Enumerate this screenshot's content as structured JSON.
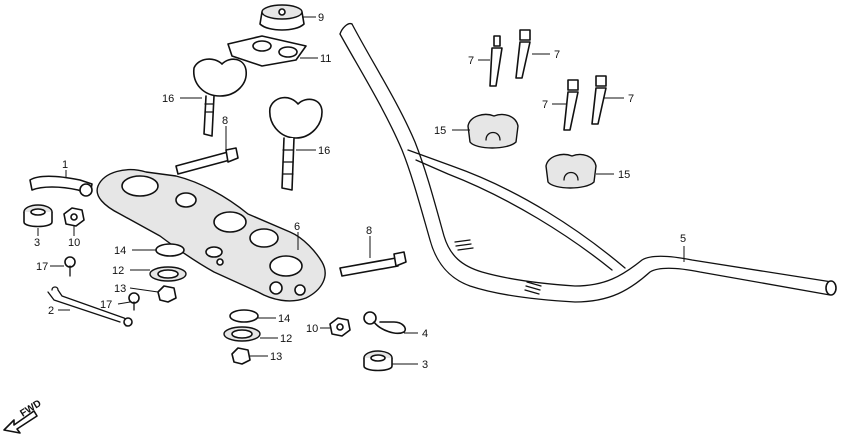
{
  "diagram": {
    "callouts": {
      "c9": "9",
      "c11": "11",
      "c16a": "16",
      "c16b": "16",
      "c8a": "8",
      "c8b": "8",
      "c1": "1",
      "c3a": "3",
      "c10a": "10",
      "c6": "6",
      "c14a": "14",
      "c12a": "12",
      "c17a": "17",
      "c13a": "13",
      "c2": "2",
      "c17b": "17",
      "c14b": "14",
      "c12b": "12",
      "c13b": "13",
      "c10b": "10",
      "c4": "4",
      "c3b": "3",
      "c5": "5",
      "c7a": "7",
      "c7b": "7",
      "c7c": "7",
      "c7d": "7",
      "c15a": "15",
      "c15b": "15"
    },
    "fwd_label": "FWD"
  }
}
